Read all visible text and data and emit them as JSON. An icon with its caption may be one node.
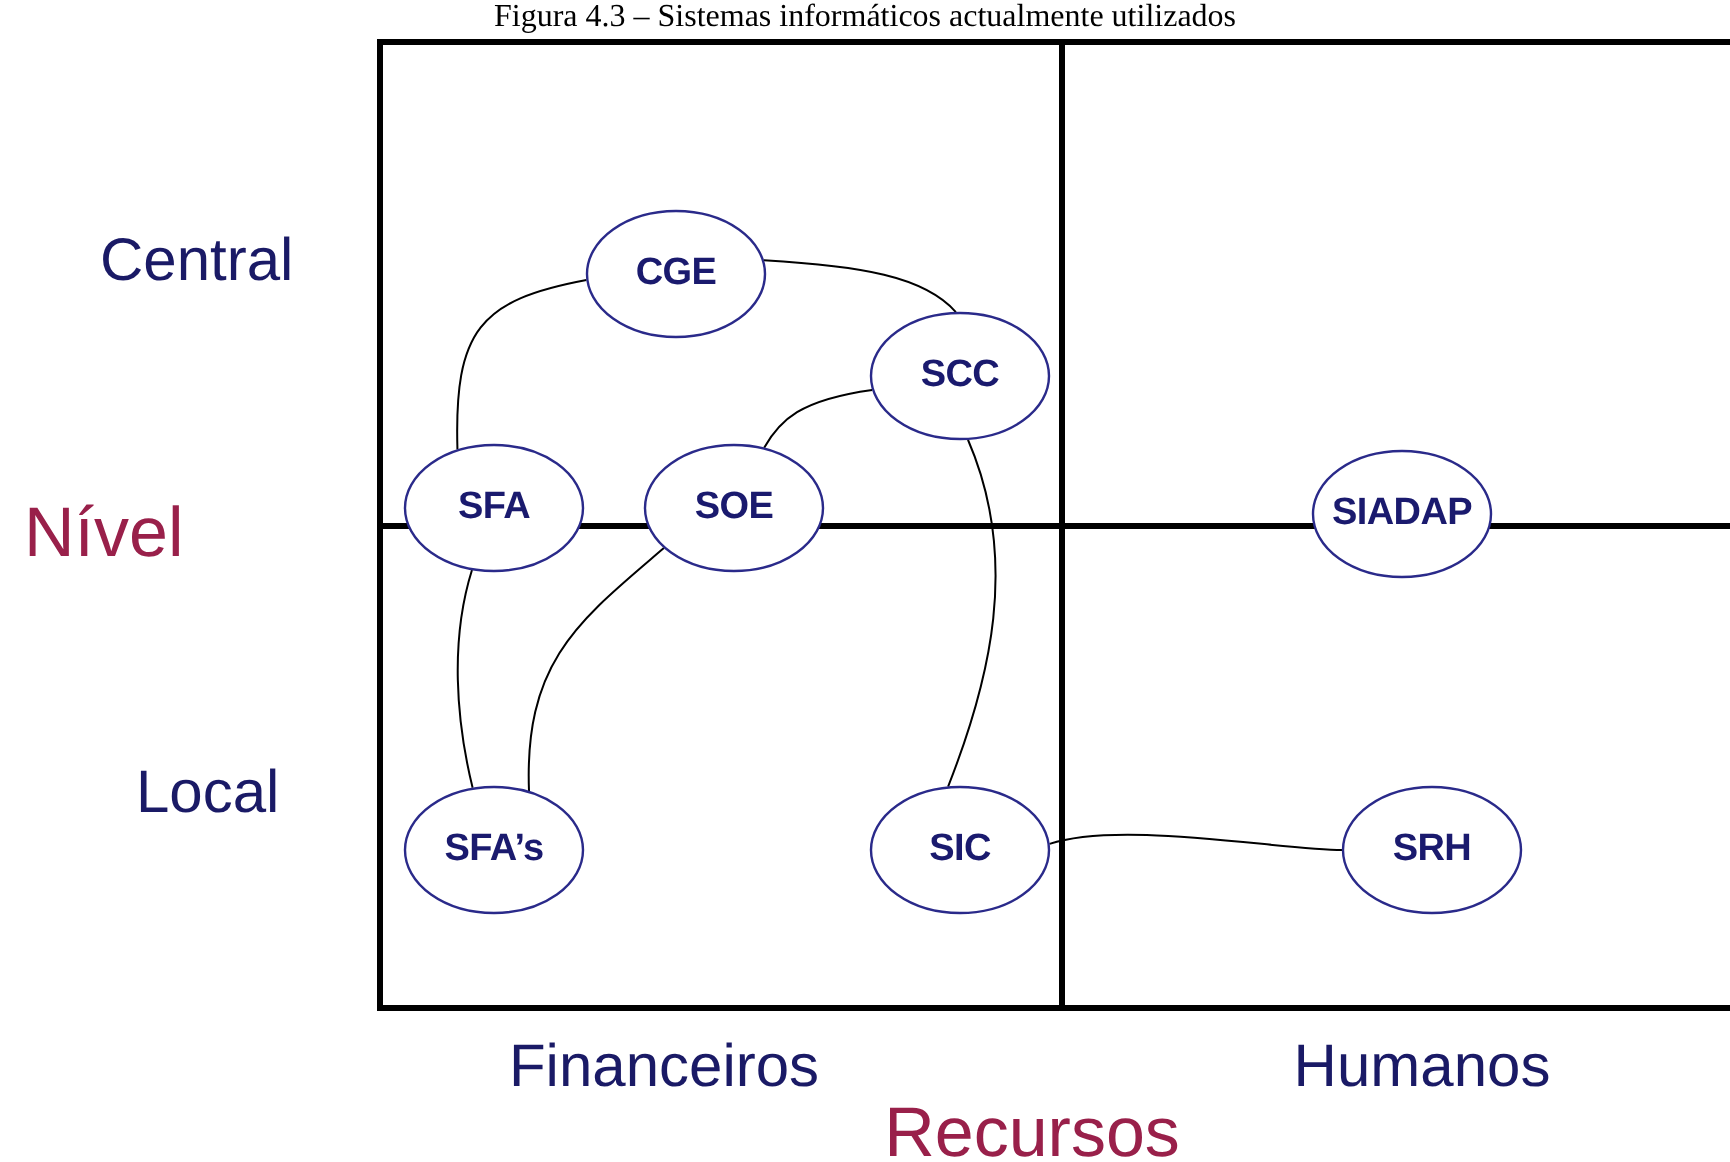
{
  "diagram": {
    "title": "Figura 4.3 – Sistemas informáticos actualmente utilizados",
    "nodes": [
      {
        "text": [
          "CGE"
        ]
      },
      {
        "text": [
          "SCC"
        ]
      },
      {
        "text": [
          "SFA"
        ]
      },
      {
        "text": [
          "SOE"
        ]
      },
      {
        "text": [
          "SIADAP"
        ]
      },
      {
        "text": [
          "SFA’s"
        ]
      },
      {
        "text": [
          "SIC"
        ]
      },
      {
        "text": [
          "SRH"
        ]
      }
    ],
    "edges": [
      {
        "from": 0,
        "to": 2,
        "arrow": "none"
      },
      {
        "from": 0,
        "to": 1,
        "arrow": "none"
      },
      {
        "from": 1,
        "to": 3,
        "arrow": "none"
      },
      {
        "from": 2,
        "to": 5,
        "arrow": "none"
      },
      {
        "from": 3,
        "to": 5,
        "arrow": "none"
      },
      {
        "from": 1,
        "to": 6,
        "arrow": "none"
      },
      {
        "from": 6,
        "to": 7,
        "arrow": "none"
      }
    ],
    "labels": [
      "Central",
      "Nível",
      "Local",
      "Financeiros",
      "Humanos",
      "Recursos"
    ]
  }
}
